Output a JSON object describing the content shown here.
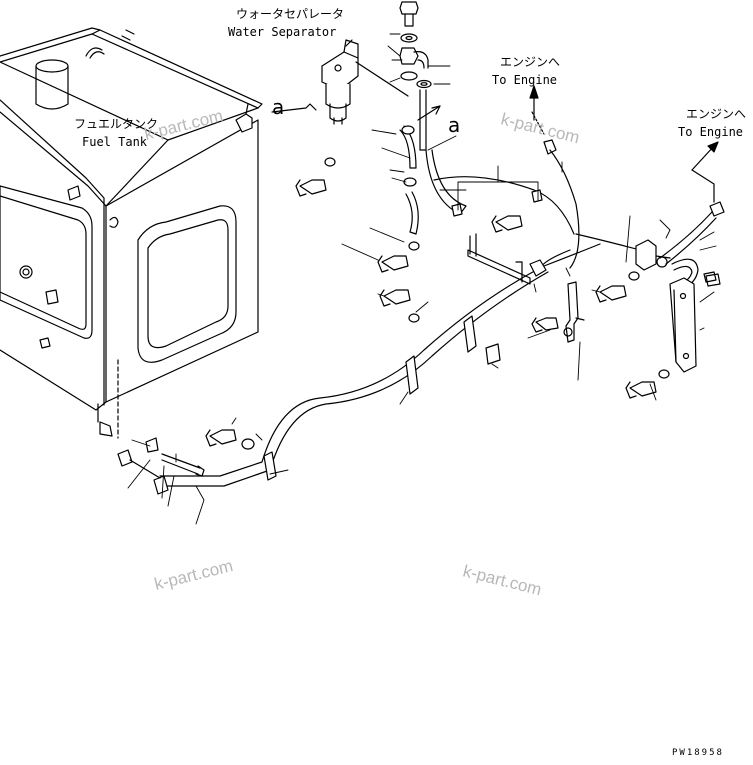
{
  "labels": {
    "water_separator_jp": "ウォータセパレータ",
    "water_separator_en": "Water Separator",
    "fuel_tank_jp": "フュエルタンク",
    "fuel_tank_en": "Fuel Tank",
    "to_engine_1_jp": "エンジンへ",
    "to_engine_1_en": "To Engine",
    "to_engine_2_jp": "エンジンへ",
    "to_engine_2_en": "To Engine",
    "view_a_1": "a",
    "view_a_2": "a"
  },
  "watermarks": [
    "k-part.com",
    "k-part.com",
    "k-part.com",
    "k-part.com"
  ],
  "drawing_code": "PW18958"
}
